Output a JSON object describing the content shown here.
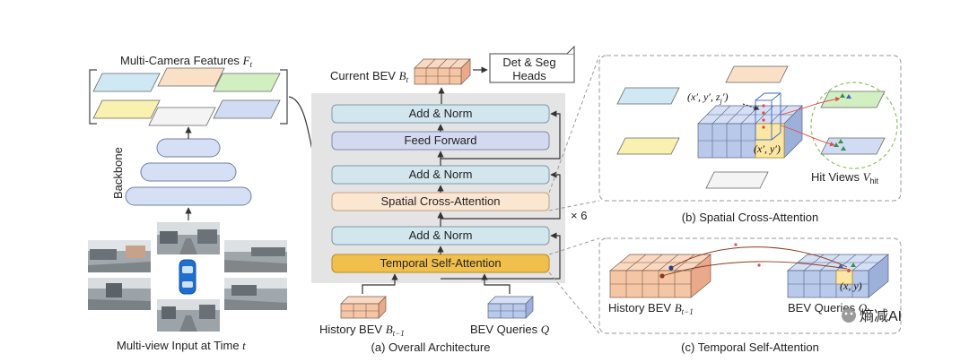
{
  "left": {
    "features_title": "Multi-Camera Features",
    "features_symbol": "F",
    "features_sub": "t",
    "backbone_label": "Backbone",
    "input_label": "Multi-view Input at Time",
    "input_symbol": "t"
  },
  "center": {
    "current_bev": "Current BEV",
    "current_symbol": "B",
    "current_sub": "t",
    "heads_line1": "Det & Seg",
    "heads_line2": "Heads",
    "blocks": {
      "add_norm_top": "Add & Norm",
      "feed_forward": "Feed Forward",
      "add_norm_mid": "Add & Norm",
      "spatial_cross": "Spatial Cross-Attention",
      "add_norm_low": "Add & Norm",
      "temporal_self": "Temporal Self-Attention"
    },
    "repeat": "× 6",
    "history_bev": "History BEV",
    "history_symbol": "B",
    "history_sub": "t−1",
    "bev_queries": "BEV Queries",
    "queries_symbol": "Q",
    "caption": "(a) Overall Architecture"
  },
  "panel_b": {
    "ref_point": "(x′, y′, z",
    "ref_point_sub": "j",
    "ref_point_end": "′)",
    "query_point": "(x′, y′)",
    "hit_views": "Hit Views",
    "hit_symbol": "V",
    "hit_sub": "hit",
    "caption": "(b) Spatial Cross-Attention"
  },
  "panel_c": {
    "history_bev": "History BEV",
    "history_symbol": "B",
    "history_sub": "t−1",
    "bev_queries": "BEV Queries",
    "queries_symbol": "Q",
    "point": "(x, y)",
    "caption": "(c) Temporal Self-Attention"
  },
  "watermark": "熵减AI",
  "colors": {
    "block_teal": "#d2e6ee",
    "block_lavender": "#d3daf0",
    "block_peach": "#fbe6d2",
    "block_orange": "#f1c04c",
    "bev_peach": "#f5c6a6",
    "bev_blue": "#b8c9ea",
    "highlight_yellow": "#fbe7a3",
    "hit_green": "#8cc35e"
  }
}
